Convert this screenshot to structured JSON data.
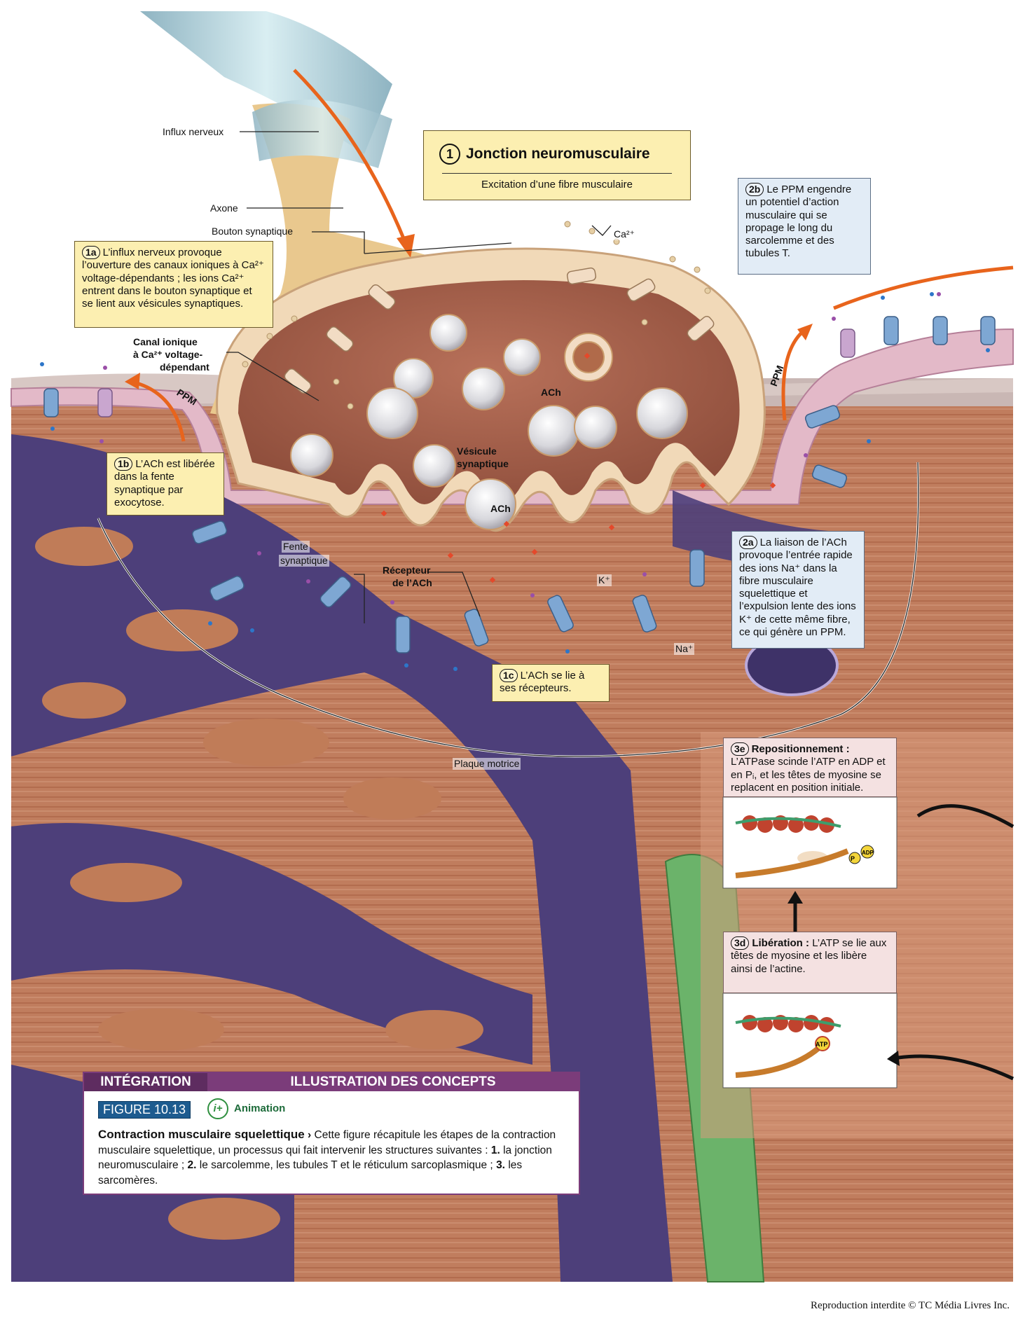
{
  "title": {
    "number": "1",
    "heading": "Jonction neuromusculaire",
    "subheading": "Excitation d’une fibre musculaire"
  },
  "labels": {
    "influx": "Influx nerveux",
    "axone": "Axone",
    "bouton": "Bouton synaptique",
    "canal_1": "Canal ionique",
    "canal_2": "à Ca²⁺ voltage-",
    "canal_3": "dépendant",
    "ppm_left": "PPM",
    "ppm_right": "PPM",
    "ach_top": "ACh",
    "ach_mid": "ACh",
    "vesicule_1": "Vésicule",
    "vesicule_2": "synaptique",
    "fente_1": "Fente",
    "fente_2": "synaptique",
    "recepteur_1": "Récepteur",
    "recepteur_2": "de l’ACh",
    "ca": "Ca²⁺",
    "k": "K⁺",
    "na": "Na⁺",
    "plaque": "Plaque motrice",
    "adp": "ADP",
    "p": "P",
    "atp": "ATP"
  },
  "steps": {
    "s1a": {
      "badge": "1a",
      "text": "L’influx nerveux provoque l’ouverture des canaux ioniques à Ca²⁺ voltage-dépendants ; les ions Ca²⁺ entrent dans le bouton synaptique et se lient aux vésicules synaptiques."
    },
    "s1b": {
      "badge": "1b",
      "text": "L’ACh est libérée dans la fente synaptique par exocytose."
    },
    "s1c": {
      "badge": "1c",
      "text": "L’ACh se lie à ses récepteurs."
    },
    "s2a": {
      "badge": "2a",
      "text": "La liaison de l’ACh provoque l’entrée rapide des ions Na⁺ dans la fibre musculaire squelettique et l’expulsion lente des ions K⁺ de cette même fibre, ce qui génère un PPM."
    },
    "s2b": {
      "badge": "2b",
      "text": "Le PPM engendre un potentiel d’action musculaire qui se propage le long du sarcolemme et des tubules T."
    },
    "s3e": {
      "badge": "3e",
      "bold": "Repositionnement :",
      "text": "L’ATPase scinde l’ATP en ADP et en Pᵢ, et les têtes de myosine se replacent en position initiale."
    },
    "s3d": {
      "badge": "3d",
      "bold": "Libération :",
      "text": "L’ATP se lie aux têtes de myosine et les libère ainsi de l’actine."
    }
  },
  "figure": {
    "tag_left": "INTÉGRATION",
    "tag_right": "ILLUSTRATION DES CONCEPTS",
    "number": "FIGURE 10.13",
    "icon": "i+",
    "animation": "Animation",
    "heading": "Contraction musculaire squelettique",
    "arrow": "›",
    "desc_intro": "Cette figure récapitule les étapes de la contraction musculaire squelettique, un processus qui fait intervenir les structures suivantes :",
    "n1": "1.",
    "t1": "la jonction neuromusculaire ;",
    "n2": "2.",
    "t2": "le sarcolemme, les tubules T et le réticulum sarcoplasmique ;",
    "n3": "3.",
    "t3": "les sarcomères."
  },
  "copyright": "Reproduction interdite © TC Média Livres Inc.",
  "colors": {
    "axon_sheath": "#a9c9d3",
    "axon": "#e9c88e",
    "terminal_inner": "#9b5a45",
    "muscle": "#b8714f",
    "ttubule": "#4d3f7a",
    "membrane": "#e3b9c8",
    "channel": "#7ea7d3",
    "arrow": "#e8641c",
    "green_tube": "#6bb36a"
  }
}
